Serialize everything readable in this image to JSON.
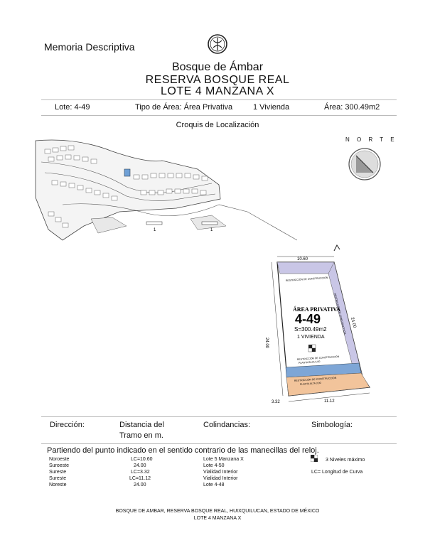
{
  "header": {
    "memoria": "Memoria Descriptiva",
    "brand": "Bosque de Ámbar",
    "reserva": "RESERVA BOSQUE REAL",
    "lote_title": "LOTE 4 MANZANA X"
  },
  "info": {
    "lote": "Lote: 4-49",
    "tipo": "Tipo de Área: Área Privativa",
    "vivienda": "1 Vivienda",
    "area": "Área: 300.49m2"
  },
  "croquis": "Croquis de Localización",
  "north": "N O R T E",
  "map_labels": {
    "one_a": "1",
    "one_b": "1"
  },
  "lot_plan": {
    "area_label": "ÁREA PRIVATIVA",
    "lot_number": "4-49",
    "surface": "S=300.49m2",
    "units": "1 VIVIENDA",
    "top_dim": "10.60",
    "left_dim": "24.00",
    "right_dim": "24.00",
    "bottom_dim": "11.12",
    "corner_dim": "3.32",
    "restr_top": "RESTRICCIÓN DE CONSTRUCCIÓN",
    "restr_side": "RESTRICCIÓN DE CONSTRUCCIÓN",
    "restr_low1": "RESTRICCIÓN DE CONSTRUCCIÓN",
    "restr_low2": "PLANTA BAJA 5.00",
    "restr_band1": "RESTRICCIÓN DE CONSTRUCCIÓN",
    "restr_band2": "PLANTA ALTA 3.00",
    "colors": {
      "purple": "#c9c6e6",
      "blue": "#7ea6d6",
      "orange": "#f2c49b"
    }
  },
  "table_headers": {
    "direccion": "Dirección:",
    "distancia1": "Distancia del",
    "distancia2": "Tramo en m.",
    "colindancias": "Colindancias:",
    "simbologia": "Simbología:"
  },
  "partiendo": "Partiendo del punto indicado en el sentido contrario de las manecillas del reloj.",
  "rows": [
    {
      "dir": "Noroeste",
      "dist": "LC=10.60",
      "col": "Lote 5 Manzana X"
    },
    {
      "dir": "Suroeste",
      "dist": "24.00",
      "col": "Lote 4-50"
    },
    {
      "dir": "Sureste",
      "dist": "LC=3.32",
      "col": "Vialidad Interior"
    },
    {
      "dir": "Sureste",
      "dist": "LC=11.12",
      "col": "Vialidad Interior"
    },
    {
      "dir": "Noreste",
      "dist": "24.00",
      "col": "Lote 4-48"
    }
  ],
  "legend": {
    "niveles": "3 Niveles máximo",
    "lc": "LC= Longitud de Curva"
  },
  "footer": {
    "line1": "BOSQUE DE AMBAR, RESERVA BOSQUE REAL, HUIXQUILUCAN, ESTADO DE MÉXICO",
    "line2": "LOTE 4 MANZANA X"
  }
}
